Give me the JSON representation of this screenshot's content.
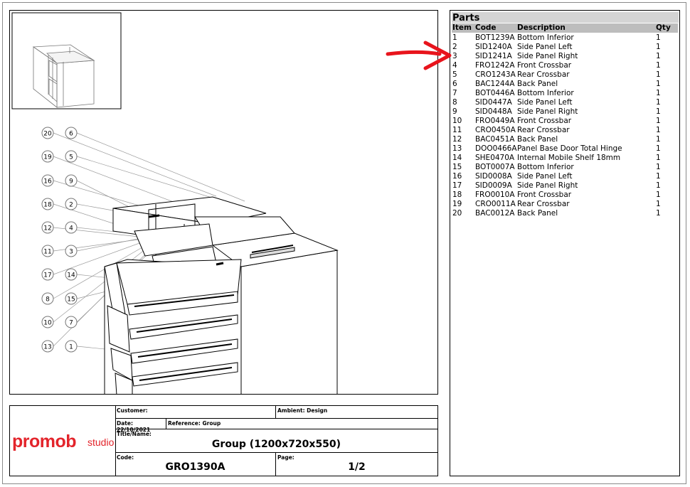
{
  "logo": {
    "brand": "promob",
    "suffix": "studio"
  },
  "title_block": {
    "customer_label": "Customer:",
    "customer_value": "",
    "ambient_label": "Ambient: Design",
    "date_label": "Date: 22/10/2021",
    "reference_label": "Reference: Group",
    "title_label": "Title/Name:",
    "title_value": "Group (1200x720x550)",
    "code_label": "Code:",
    "code_value": "GRO1390A",
    "page_label": "Page:",
    "page_value": "1/2"
  },
  "parts": {
    "title": "Parts",
    "headers": {
      "item": "Item",
      "code": "Code",
      "description": "Description",
      "qty": "Qty"
    },
    "rows": [
      {
        "item": "1",
        "code": "BOT1239A",
        "description": "Bottom Inferior",
        "qty": "1"
      },
      {
        "item": "2",
        "code": "SID1240A",
        "description": "Side Panel Left",
        "qty": "1"
      },
      {
        "item": "3",
        "code": "SID1241A",
        "description": "Side Panel Right",
        "qty": "1"
      },
      {
        "item": "4",
        "code": "FRO1242A",
        "description": "Front Crossbar",
        "qty": "1"
      },
      {
        "item": "5",
        "code": "CRO1243A",
        "description": "Rear Crossbar",
        "qty": "1"
      },
      {
        "item": "6",
        "code": "BAC1244A",
        "description": "Back Panel",
        "qty": "1"
      },
      {
        "item": "7",
        "code": "BOT0446A",
        "description": "Bottom Inferior",
        "qty": "1"
      },
      {
        "item": "8",
        "code": "SID0447A",
        "description": "Side Panel Left",
        "qty": "1"
      },
      {
        "item": "9",
        "code": "SID0448A",
        "description": "Side Panel Right",
        "qty": "1"
      },
      {
        "item": "10",
        "code": "FRO0449A",
        "description": "Front Crossbar",
        "qty": "1"
      },
      {
        "item": "11",
        "code": "CRO0450A",
        "description": "Rear Crossbar",
        "qty": "1"
      },
      {
        "item": "12",
        "code": "BAC0451A",
        "description": "Back Panel",
        "qty": "1"
      },
      {
        "item": "13",
        "code": "DOO0466A",
        "description": "Panel Base Door Total Hinge",
        "qty": "1"
      },
      {
        "item": "14",
        "code": "SHE0470A",
        "description": "Internal Mobile Shelf 18mm",
        "qty": "1"
      },
      {
        "item": "15",
        "code": "BOT0007A",
        "description": "Bottom Inferior",
        "qty": "1"
      },
      {
        "item": "16",
        "code": "SID0008A",
        "description": "Side Panel Left",
        "qty": "1"
      },
      {
        "item": "17",
        "code": "SID0009A",
        "description": "Side Panel Right",
        "qty": "1"
      },
      {
        "item": "18",
        "code": "FRO0010A",
        "description": "Front Crossbar",
        "qty": "1"
      },
      {
        "item": "19",
        "code": "CRO0011A",
        "description": "Rear Crossbar",
        "qty": "1"
      },
      {
        "item": "20",
        "code": "BAC0012A",
        "description": "Back Panel",
        "qty": "1"
      }
    ]
  },
  "callouts": {
    "left_column": [
      "20",
      "19",
      "16",
      "18",
      "12",
      "11",
      "17",
      "8",
      "10",
      "13"
    ],
    "right_column": [
      "6",
      "5",
      "9",
      "2",
      "4",
      "3",
      "14",
      "15",
      "7",
      "1"
    ]
  },
  "colors": {
    "brand_red": "#e3242b",
    "arrow_red": "#e8141c",
    "header_gray": "#bdbdbd"
  }
}
